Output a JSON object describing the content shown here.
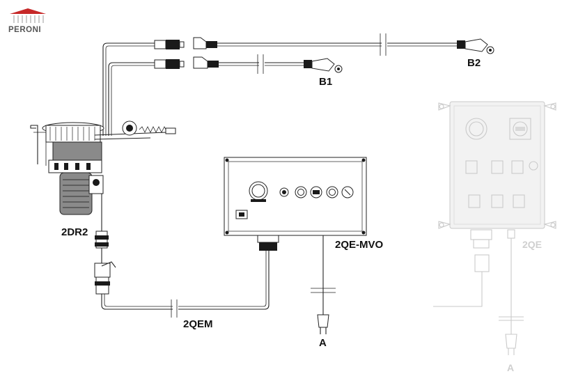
{
  "brand": {
    "name": "PERONI",
    "accent": "#c62828"
  },
  "labels": {
    "b2": "B2",
    "b1": "B1",
    "motor": "2DR2",
    "panel": "2QE-MVO",
    "cable": "2QEM",
    "plug": "A",
    "ghost_panel": "2QE",
    "ghost_plug": "A"
  },
  "colors": {
    "line": "#222222",
    "faded": "#c9c9c9"
  }
}
